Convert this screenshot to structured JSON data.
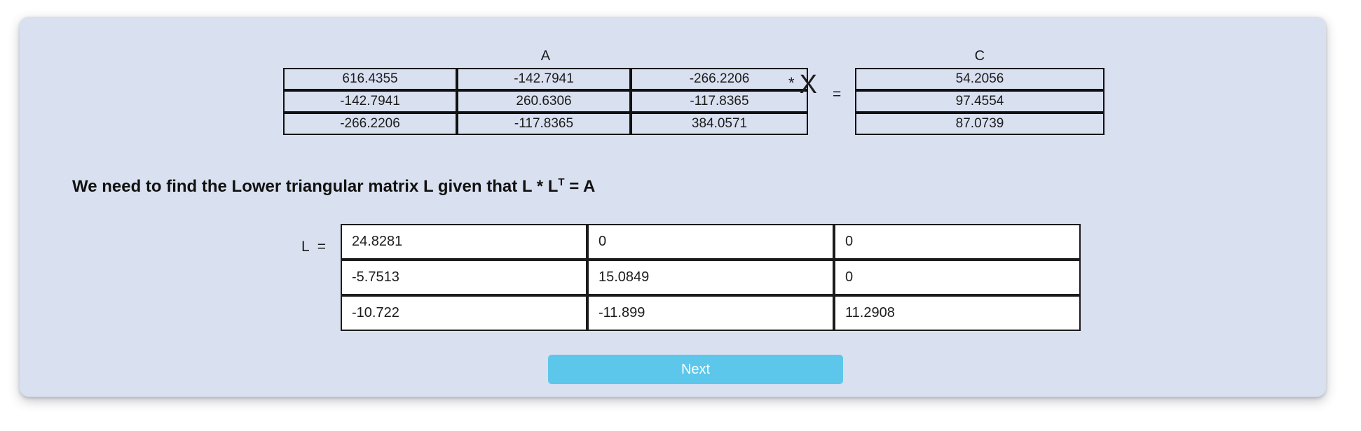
{
  "panel": {
    "background_color": "#d9e0f0",
    "page_background_color": "#ffffff"
  },
  "equation": {
    "matrix_a": {
      "label": "A",
      "rows": [
        [
          "616.4355",
          "-142.7941",
          "-266.2206"
        ],
        [
          "-142.7941",
          "260.6306",
          "-117.8365"
        ],
        [
          "-266.2206",
          "-117.8365",
          "384.0571"
        ]
      ]
    },
    "operator_multiply": "*",
    "unknown_vector": "X",
    "operator_equals": "=",
    "matrix_c": {
      "label": "C",
      "rows": [
        [
          "54.2056"
        ],
        [
          "97.4554"
        ],
        [
          "87.0739"
        ]
      ]
    }
  },
  "prompt": {
    "text_before": "We need to find the Lower triangular matrix L given that L * L",
    "superscript": "T",
    "text_after": " = A"
  },
  "l_matrix": {
    "label": "L  =",
    "rows": [
      [
        "24.8281",
        "0",
        "0"
      ],
      [
        "-5.7513",
        "15.0849",
        "0"
      ],
      [
        "-10.722",
        "-11.899",
        "11.2908"
      ]
    ]
  },
  "actions": {
    "next_label": "Next",
    "next_color": "#5cc7ea"
  }
}
